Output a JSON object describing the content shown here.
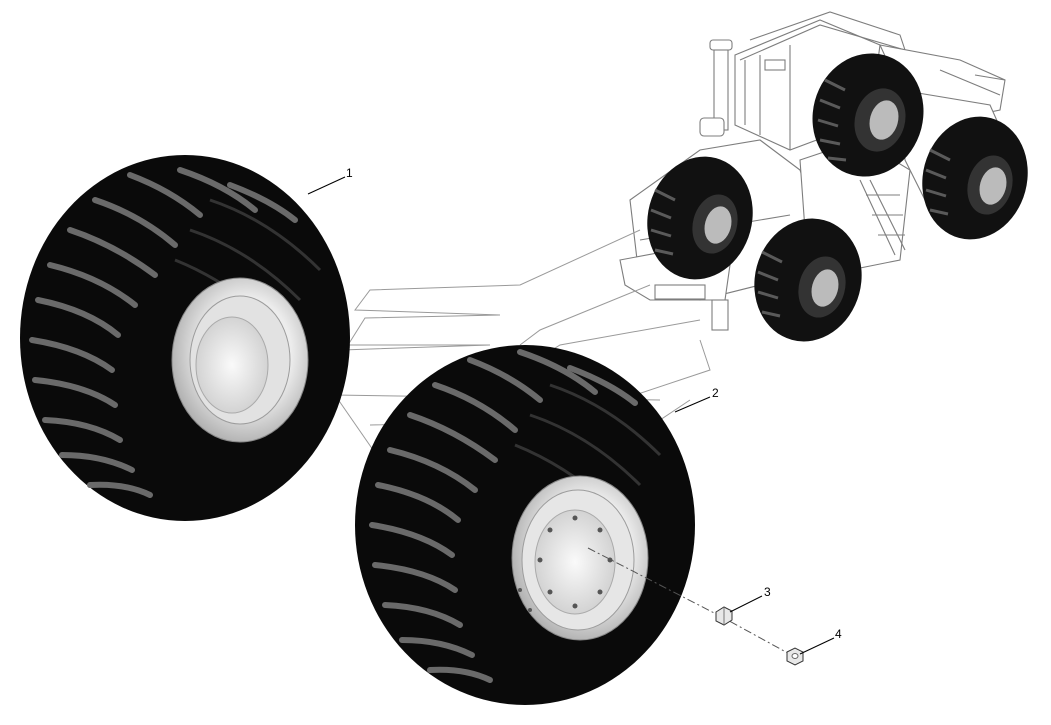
{
  "callouts": [
    {
      "id": "1",
      "label": "1"
    },
    {
      "id": "2",
      "label": "2"
    },
    {
      "id": "3",
      "label": "3"
    },
    {
      "id": "4",
      "label": "4"
    }
  ],
  "colors": {
    "tire": "#0a0a0a",
    "tread_highlight": "#6a6a6a",
    "rim_light": "#f2f2f2",
    "rim_shade": "#b9b9b9",
    "line_art": "#7d7d7d",
    "leader": "#000000"
  },
  "icons": {
    "tractor": "tractor-outline-icon",
    "tire": "tire-icon",
    "nut": "wheel-nut-icon",
    "washer": "washer-icon"
  }
}
